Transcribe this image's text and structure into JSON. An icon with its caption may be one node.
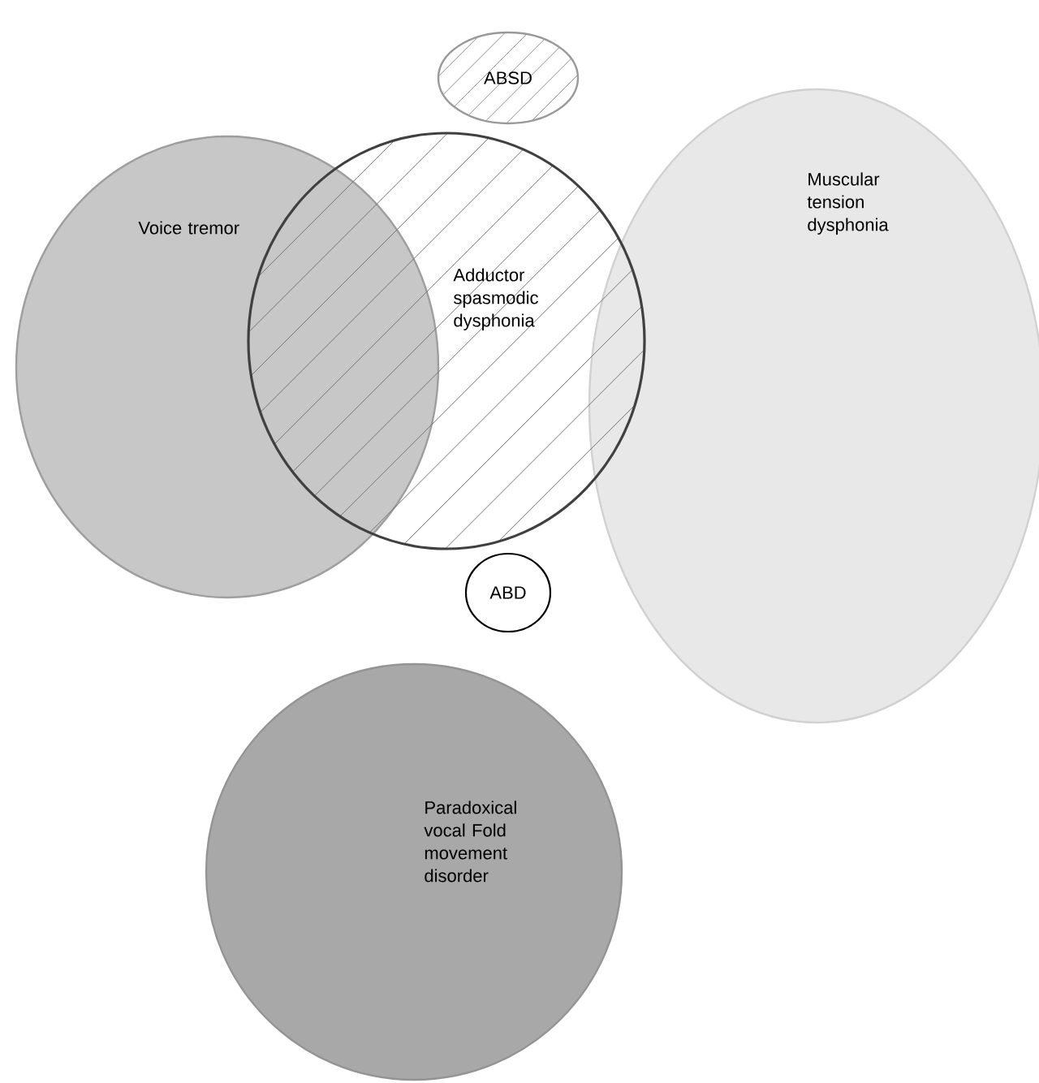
{
  "diagram": {
    "nodes": [
      {
        "text": [
          "ABSD"
        ]
      },
      {
        "text": [
          "Voice tremor"
        ]
      },
      {
        "text": [
          "Adductor spasmodic dysphonia"
        ]
      },
      {
        "text": [
          "Muscular tension dysphonia"
        ]
      },
      {
        "text": [
          "ABD"
        ]
      },
      {
        "text": [
          "Paradoxical vocal Fold movement disorder"
        ]
      }
    ]
  }
}
